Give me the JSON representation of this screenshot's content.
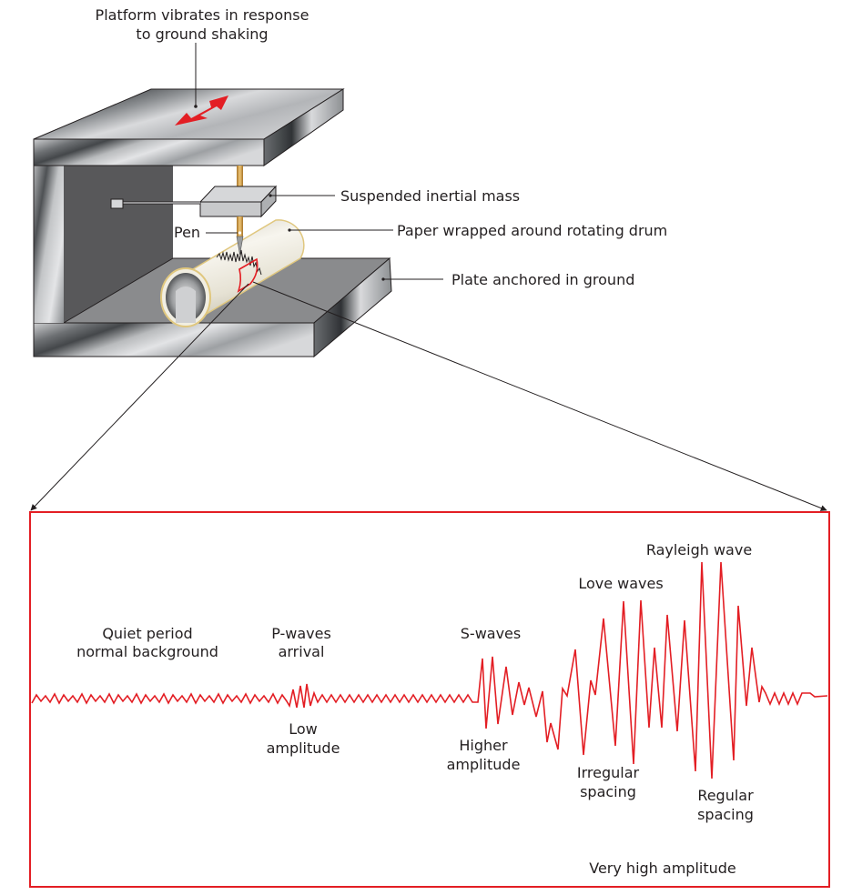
{
  "title_callout": {
    "line1": "Platform vibrates in response",
    "line2": "to ground shaking"
  },
  "seismometer_labels": {
    "mass": "Suspended inertial mass",
    "pen": "Pen",
    "drum": "Paper wrapped around rotating drum",
    "plate": "Plate anchored in ground"
  },
  "seismogram": {
    "frame_color": "#e31e24",
    "trace_color": "#e31e24",
    "quiet": {
      "line1": "Quiet period",
      "line2": "normal background"
    },
    "pwaves": {
      "line1": "P-waves",
      "line2": "arrival"
    },
    "pwaves_amp": {
      "line1": "Low",
      "line2": "amplitude"
    },
    "swaves": "S-waves",
    "swaves_amp": {
      "line1": "Higher",
      "line2": "amplitude"
    },
    "love": "Love waves",
    "love_spacing": {
      "line1": "Irregular",
      "line2": "spacing"
    },
    "rayleigh": "Rayleigh wave",
    "rayleigh_spacing": {
      "line1": "Regular",
      "line2": "spacing"
    },
    "very_high": "Very high amplitude"
  },
  "colors": {
    "accent_red": "#e31e24",
    "metal_dark": "#4a4d50",
    "metal_light": "#e2e3e5",
    "inner_wall": "#58585a",
    "base_plate": "#8a8b8d",
    "rod": "#c9973f",
    "paper": "#f1eee2"
  }
}
